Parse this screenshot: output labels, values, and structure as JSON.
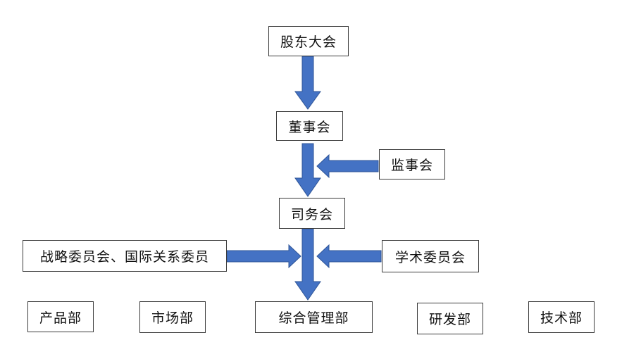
{
  "diagram": {
    "nodes": {
      "shareholders": "股东大会",
      "board": "董事会",
      "supervisors": "监事会",
      "company_affairs": "司务会",
      "strategy_committee": "战略委员会、国际关系委员",
      "academic_committee": "学术委员会",
      "product_dept": "产品部",
      "market_dept": "市场部",
      "general_mgmt_dept": "综合管理部",
      "rd_dept": "研发部",
      "tech_dept": "技术部"
    },
    "colors": {
      "arrow_fill": "#4472C4",
      "arrow_stroke": "#2F5597",
      "box_border": "#3a3a3a",
      "text": "#111111"
    }
  }
}
